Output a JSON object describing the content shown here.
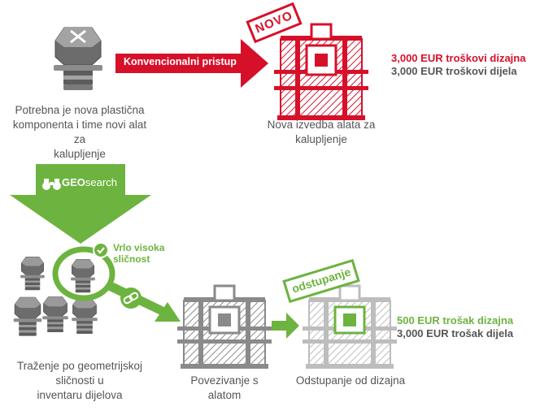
{
  "colors": {
    "red": "#d7102a",
    "green": "#6db33f",
    "gray_dark": "#555555",
    "gray_mid": "#8a8a8a",
    "gray_light": "#d6d6d6"
  },
  "top": {
    "conventional_label": "Konvencionalni pristup",
    "stamp_new": "NOVO",
    "left_caption": [
      "Potrebna je nova plastična",
      "komponenta i time novi alat za",
      "kalupljenje"
    ],
    "right_caption": [
      "Nova izvedba alata za",
      "kalupljenje"
    ],
    "cost_design": "3,000 EUR troškovi dizajna",
    "cost_part": "3,000 EUR troškovi dijela"
  },
  "geosearch": {
    "prefix": "GEO",
    "suffix": "search",
    "icon": "binoculars-icon"
  },
  "bottom": {
    "similarity_label": [
      "Vrlo visoka",
      "sličnost"
    ],
    "stamp_deviation": "odstupanje",
    "search_caption": [
      "Traženje po geometrijskoj",
      "sličnosti u",
      "inventaru dijelova"
    ],
    "link_caption": [
      "Povezivanje s",
      "alatom"
    ],
    "deviation_caption": [
      "Odstupanje od dizajna"
    ],
    "cost_design": "500 EUR trošak dizajna",
    "cost_part": "3,000 EUR trošak dijela"
  }
}
